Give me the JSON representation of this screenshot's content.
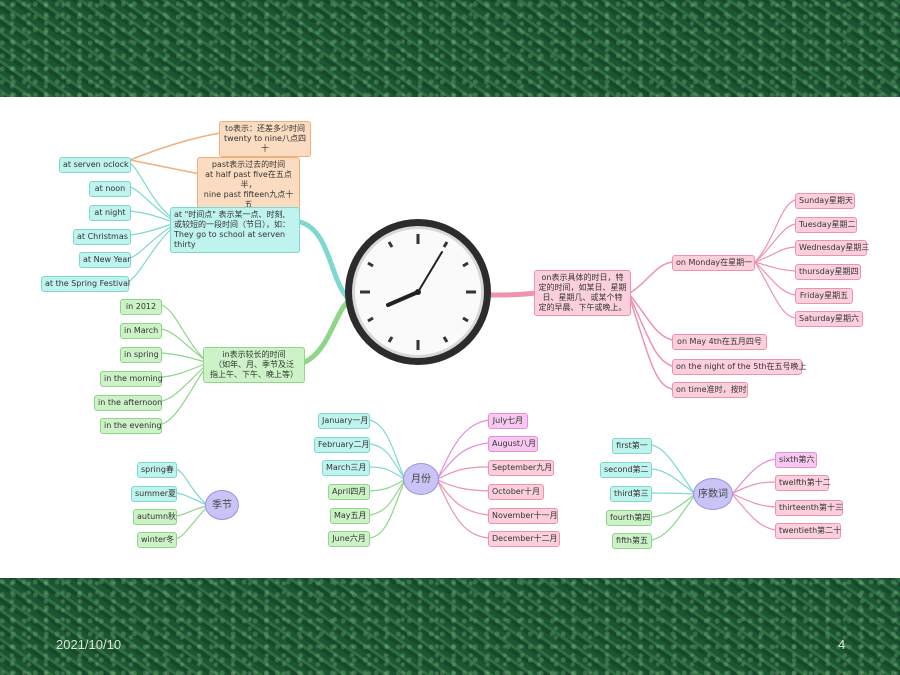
{
  "top_notes": {
    "to_note": "to表示：还差多少时间\ntwenty to nine八点四十",
    "past_note": "past表示过去的时间\nat half past five在五点半，\nnine past fifteen九点十五"
  },
  "left_group": {
    "center": "at \"时间点\" 表示某一点、时刻,\n或较短的一段时间（节日），如：\nThey go to school at serven thirty",
    "items": [
      "at serven oclock",
      "at noon",
      "at night",
      "at Christmas",
      "at New Year",
      "at the Spring Festival"
    ]
  },
  "in_group": {
    "center": "in表示较长的时间\n（如年、月、季节及泛\n指上午、下午、晚上等）",
    "items": [
      "in 2012",
      "in March",
      "in spring",
      "in the morning",
      "in the afternoon",
      "in the evening"
    ]
  },
  "on_group": {
    "center": "on表示具体的时日，特\n定的时间，如某日、星期\n日、星期几、或某个特\n定的早晨、下午或晚上。",
    "monday": "on Monday在星期一",
    "weekdays": [
      "Sunday星期天",
      "Tuesday星期二",
      "Wednesday星期三",
      "thursday星期四",
      "Friday星期五",
      "Saturday星期六"
    ],
    "others": [
      "on May 4th在五月四号",
      "on the night of the 5th在五号晚上",
      "on time准时，按时"
    ]
  },
  "season": {
    "center": "季节",
    "items": [
      "spring春",
      "summer夏",
      "autumn秋",
      "winter冬"
    ]
  },
  "month": {
    "center": "月份",
    "left": [
      "January一月",
      "February二月",
      "March三月",
      "April四月",
      "May五月",
      "June六月"
    ],
    "right": [
      "July七月",
      "August八月",
      "September九月",
      "October十月",
      "November十一月",
      "December十二月"
    ]
  },
  "ordinal": {
    "center": "序数词",
    "left": [
      "first第一",
      "second第二",
      "third第三",
      "fourth第四",
      "fifth第五"
    ],
    "right": [
      "sixth第六",
      "twelfth第十二",
      "thirteenth第十三",
      "twentieth第二十"
    ]
  },
  "footer": {
    "date": "2021/10/10",
    "page": "4"
  },
  "colors": {
    "teal": "#7fd8cf",
    "green": "#8fd68a",
    "pink": "#ef93ac",
    "magenta": "#e38fda",
    "orange": "#efb07e",
    "purple": "#9a92e6"
  }
}
